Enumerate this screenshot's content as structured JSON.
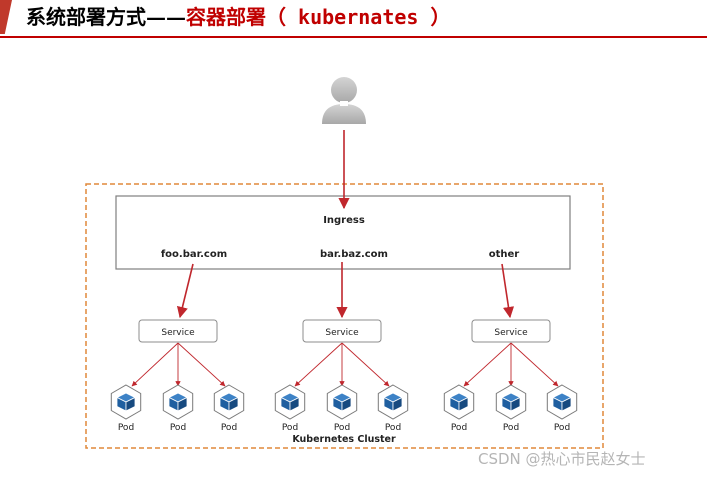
{
  "header": {
    "title_main": "系统部署方式——",
    "title_accent": "容器部署（",
    "title_code": " kubernates ",
    "title_end": "）",
    "accent_color": "#c00000"
  },
  "diagram": {
    "user_icon": "user-icon",
    "ingress_label": "Ingress",
    "hosts": [
      "foo.bar.com",
      "bar.baz.com",
      "other"
    ],
    "service_label": "Service",
    "pod_label": "Pod",
    "pod_icon": "cube-icon",
    "cluster_label": "Kubernetes Cluster",
    "colors": {
      "arrow": "#c0272d",
      "cluster_border": "#e0883a",
      "pod_cube": "#1f5fa0",
      "user": "#bfbfbf"
    }
  },
  "watermark": "CSDN @热心市民赵女士"
}
